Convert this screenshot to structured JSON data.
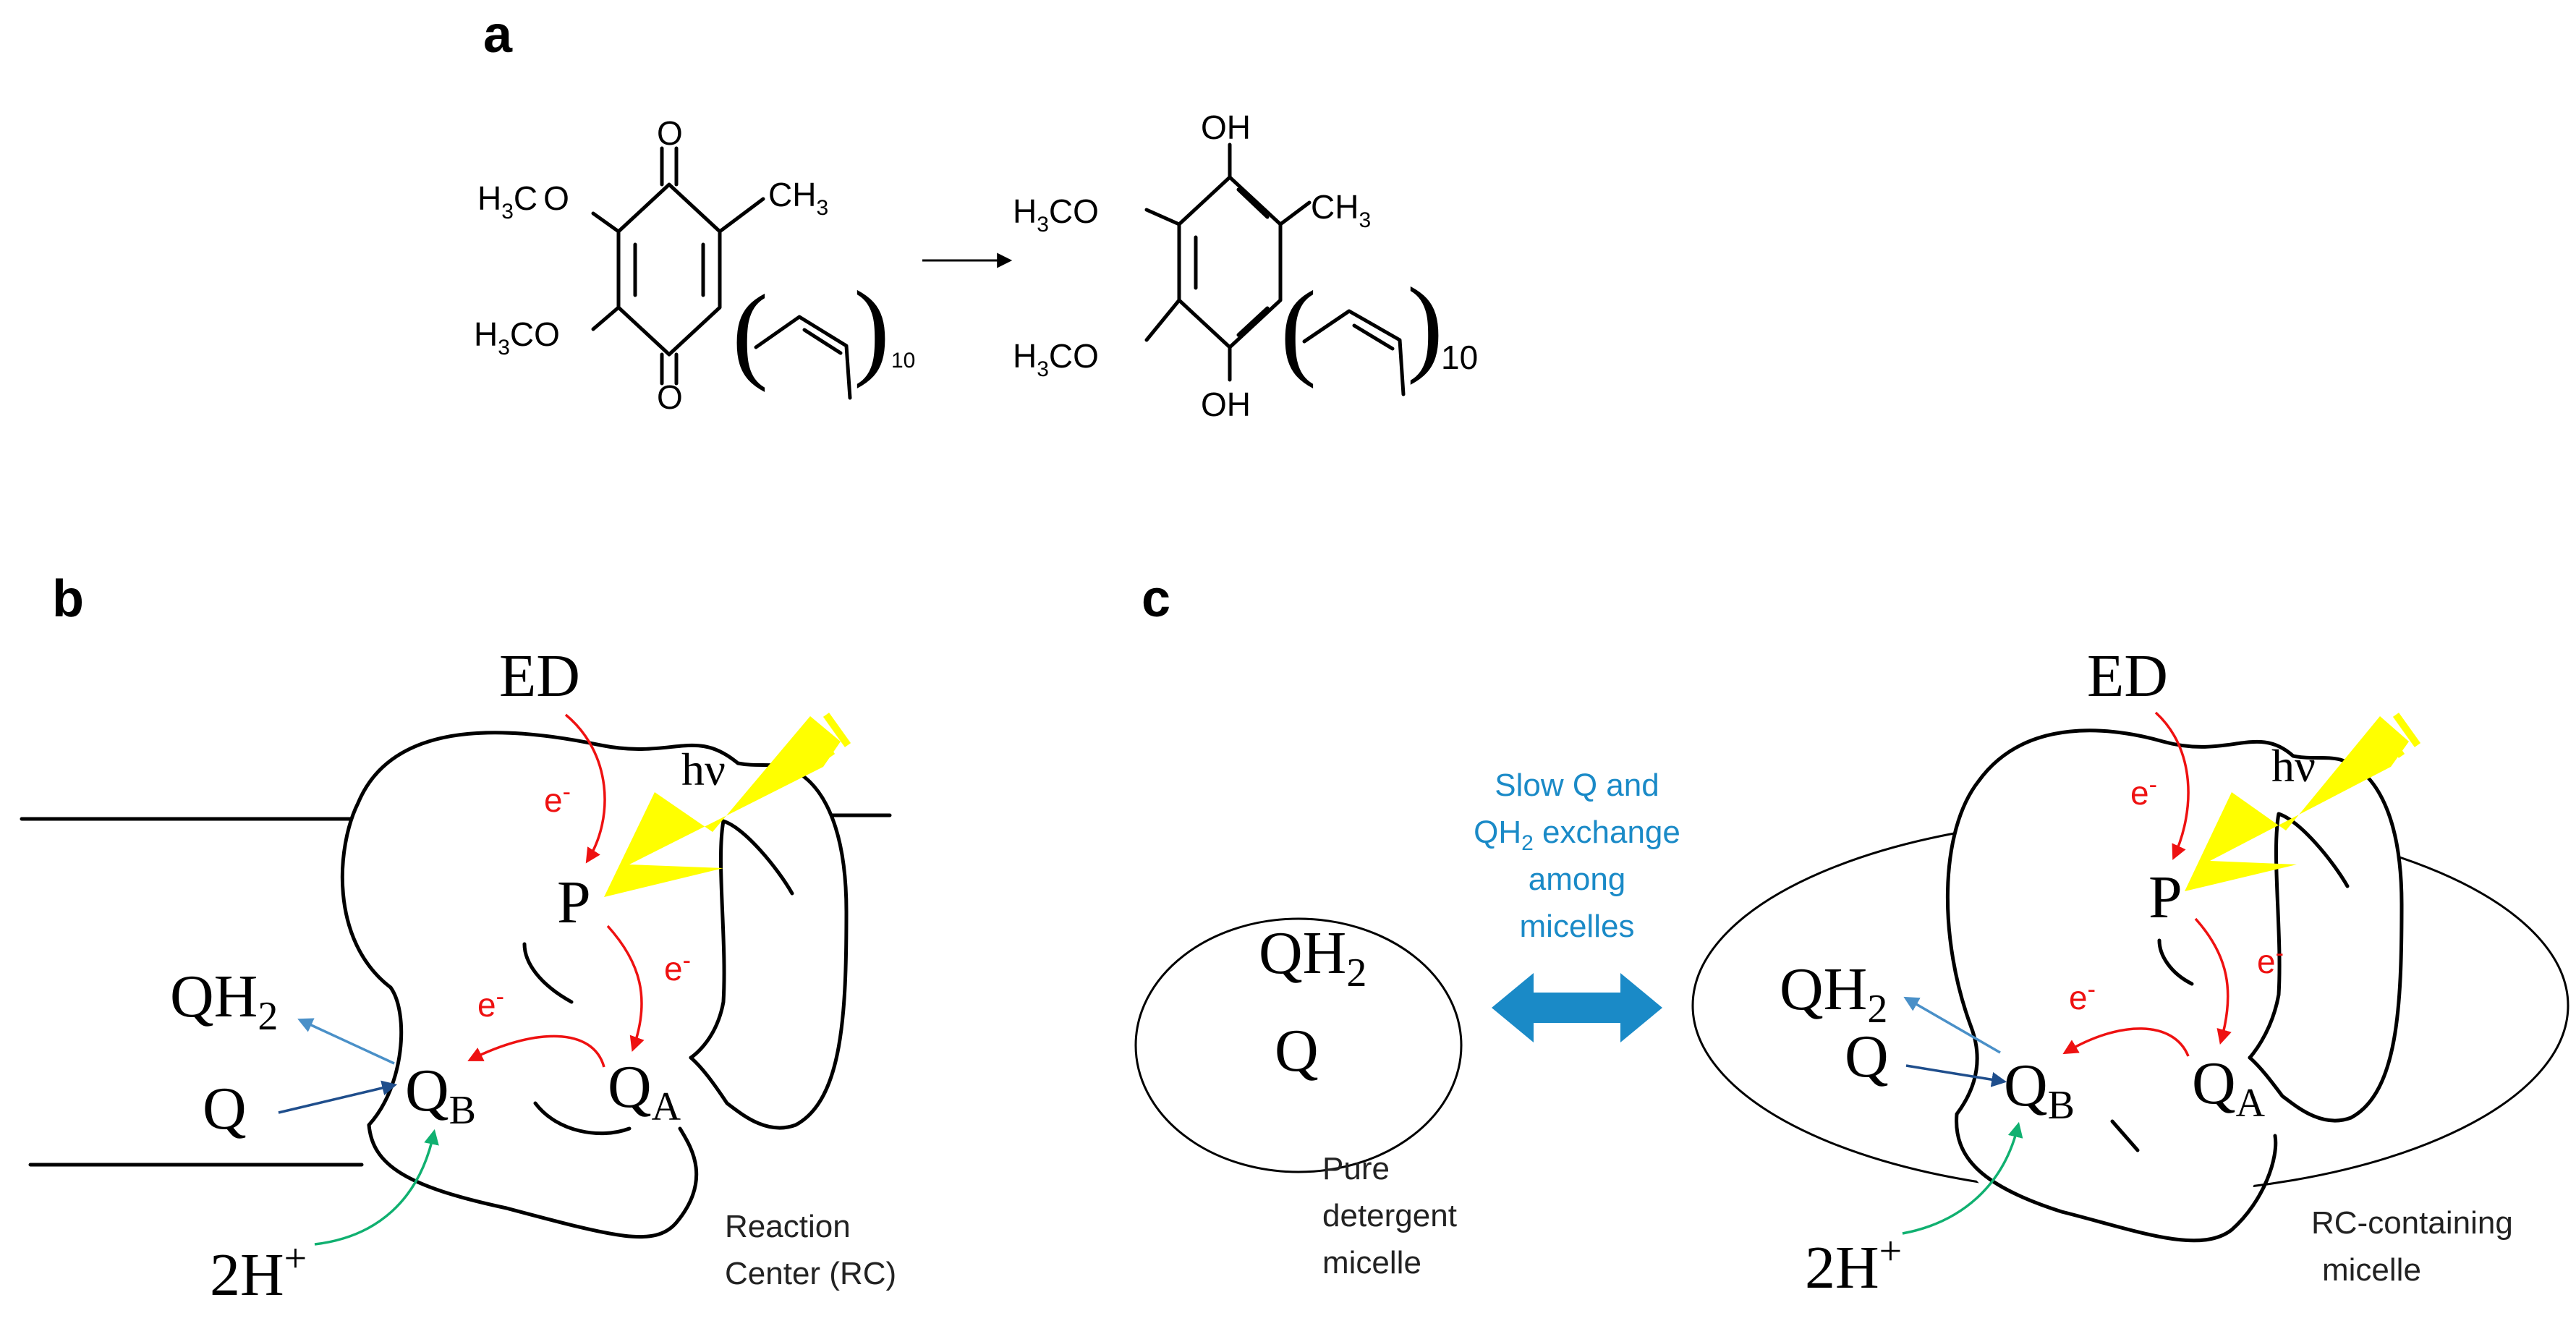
{
  "panels": {
    "a": "a",
    "b": "b",
    "c": "c"
  },
  "molecule": {
    "ketone_o": "O",
    "methoxy_h": "H",
    "methoxy_3": "3",
    "methoxy_co": "C",
    "methoxy_o": "O",
    "methyl_ch": "CH",
    "methyl_3": "3",
    "repeat_10": "10",
    "oh": "OH"
  },
  "labels": {
    "ed": "ED",
    "hv": "hν",
    "p": "P",
    "e_minus": "e",
    "minus": "-",
    "qh": "QH",
    "sub2": "2",
    "q": "Q",
    "qb": "Q",
    "sub_b": "B",
    "qa": "Q",
    "sub_a": "A",
    "protons": "2H",
    "plus": "+",
    "rc_line1": "Reaction",
    "rc_line2": "Center (RC)",
    "exchange_line1": "Slow Q and",
    "exchange_line2_pre": "QH",
    "exchange_line2_sub": "2",
    "exchange_line2_post": " exchange",
    "exchange_line3": "among",
    "exchange_line4": "micelles",
    "pure_line1": "Pure",
    "pure_line2": "detergent",
    "pure_line3": "micelle",
    "rcm_line1": "RC-containing",
    "rcm_line2": "micelle"
  },
  "colors": {
    "electron": "#ee1111",
    "light": "#ffff00",
    "proton": "#10b070",
    "q_in": "#1f4e8c",
    "qh2_out": "#4a90c8",
    "exchange": "#1a8ac7"
  }
}
